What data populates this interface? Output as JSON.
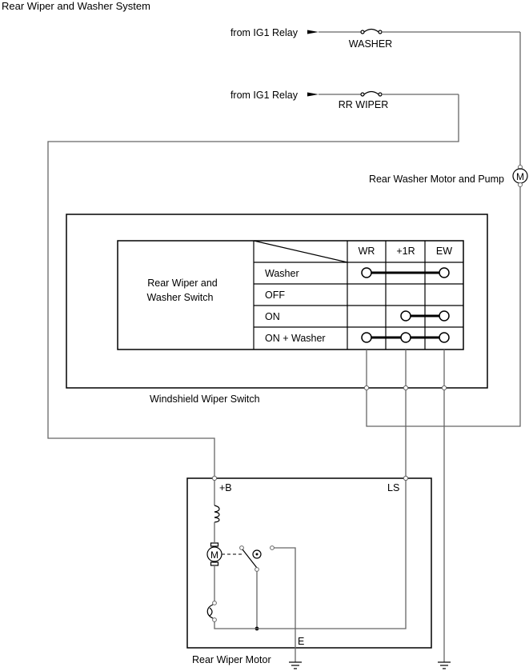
{
  "title": "Rear Wiper and Washer System",
  "feeds": [
    {
      "source": "from IG1 Relay",
      "fuse": "WASHER"
    },
    {
      "source": "from IG1 Relay",
      "fuse": "RR WIPER"
    }
  ],
  "washer_motor": {
    "label": "Rear Washer Motor and Pump",
    "symbol": "M"
  },
  "switch_table": {
    "name": "Rear Wiper and\nWasher Switch",
    "columns": [
      "WR",
      "+1R",
      "EW"
    ],
    "rows": [
      {
        "position": "Washer",
        "connected": [
          "WR",
          "EW"
        ]
      },
      {
        "position": "OFF",
        "connected": []
      },
      {
        "position": "ON",
        "connected": [
          "+1R",
          "EW"
        ]
      },
      {
        "position": "ON + Washer",
        "connected": [
          "WR",
          "+1R",
          "EW"
        ]
      }
    ]
  },
  "switch_assembly": "Windshield Wiper Switch",
  "wiper_motor": {
    "label": "Rear Wiper Motor",
    "symbol": "M",
    "terminals": {
      "b": "+B",
      "ls": "LS",
      "e": "E"
    }
  }
}
